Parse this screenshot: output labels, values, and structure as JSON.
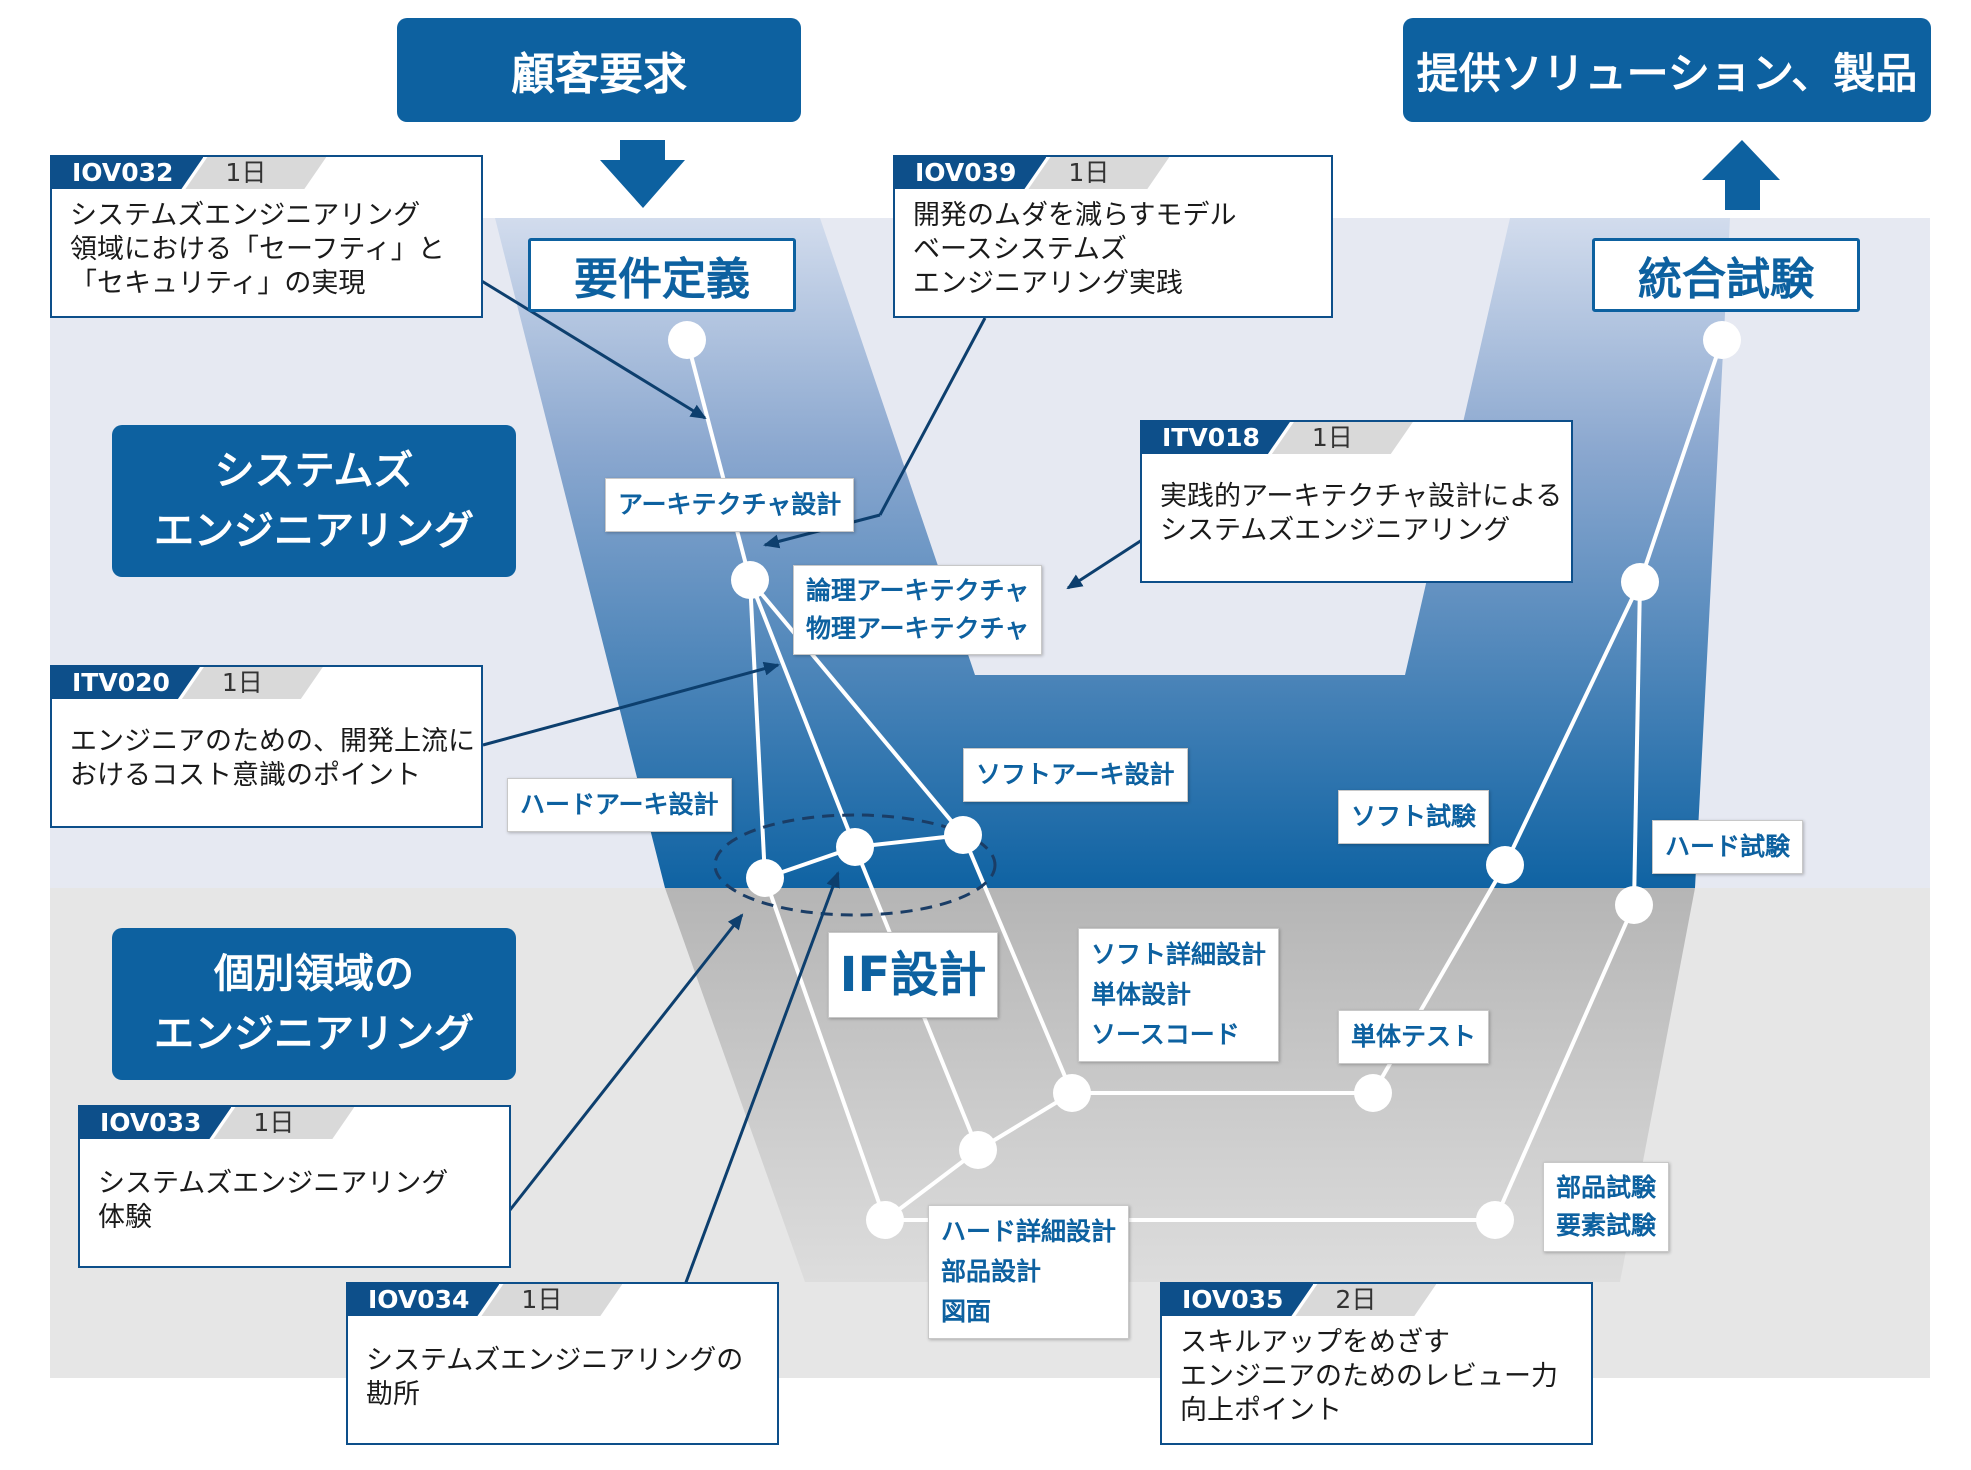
{
  "headers": {
    "customer_request": "顧客要求",
    "provided_solution": "提供ソリューション、製品"
  },
  "phases": {
    "requirements": "要件定義",
    "integration_test": "統合試験"
  },
  "domains": {
    "systems_engineering": [
      "システムズ",
      "エンジニアリング"
    ],
    "individual_engineering": [
      "個別領域の",
      "エンジニアリング"
    ]
  },
  "labels": {
    "architecture_design": "アーキテクチャ設計",
    "logical_physical": [
      "論理アーキテクチャ",
      "物理アーキテクチャ"
    ],
    "software_arch": "ソフトアーキ設計",
    "hardware_arch": "ハードアーキ設計",
    "if_design": "IF設計",
    "software_detail": [
      "ソフト詳細設計",
      "単体設計",
      "ソースコード"
    ],
    "hardware_detail": [
      "ハード詳細設計",
      "部品設計",
      "図面"
    ],
    "software_test": "ソフト試験",
    "hardware_test": "ハード試験",
    "unit_test": "単体テスト",
    "parts_test": [
      "部品試験",
      "要素試験"
    ]
  },
  "courses": [
    {
      "id": "iov032",
      "code": "IOV032",
      "days": "1日",
      "lines": [
        "システムズエンジニアリング",
        "領域における「セーフティ」と",
        "「セキュリティ」の実現"
      ]
    },
    {
      "id": "iov039",
      "code": "IOV039",
      "days": "1日",
      "lines": [
        "開発のムダを減らすモデル",
        "ベースシステムズ",
        "エンジニアリング実践"
      ]
    },
    {
      "id": "itv018",
      "code": "ITV018",
      "days": "1日",
      "lines": [
        "実践的アーキテクチャ設計による",
        "システムズエンジニアリング"
      ]
    },
    {
      "id": "itv020",
      "code": "ITV020",
      "days": "1日",
      "lines": [
        "エンジニアのための、開発上流に",
        "おけるコスト意識のポイント"
      ]
    },
    {
      "id": "iov033",
      "code": "IOV033",
      "days": "1日",
      "lines": [
        "システムズエンジニアリング",
        "体験"
      ]
    },
    {
      "id": "iov034",
      "code": "IOV034",
      "days": "1日",
      "lines": [
        "システムズエンジニアリングの",
        "勘所"
      ]
    },
    {
      "id": "iov035",
      "code": "IOV035",
      "days": "2日",
      "lines": [
        "スキルアップをめざす",
        "エンジニアのためのレビュー力",
        "向上ポイント"
      ]
    }
  ],
  "colors": {
    "brand_blue": "#0d61a0",
    "dark_blue": "#0d4f8a",
    "band_light": "#e6e9f2",
    "band_gray": "#e6e6e6",
    "days_gray": "#d9d9d9"
  }
}
